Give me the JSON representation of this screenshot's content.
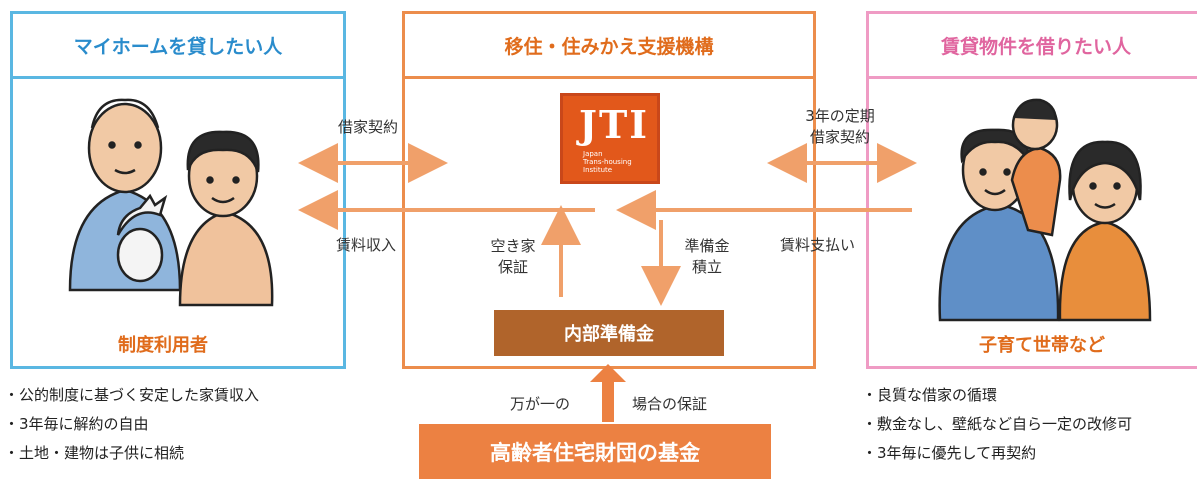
{
  "owner": {
    "title": "マイホームを貸したい人",
    "caption": "制度利用者",
    "bullets": [
      "公的制度に基づく安定した家賃収入",
      "3年毎に解約の自由",
      "土地・建物は子供に相続"
    ]
  },
  "center": {
    "title": "移住・住みかえ支援機構",
    "logo": {
      "mark": "JTI",
      "subtitle": [
        "Japan",
        "Trans-housing",
        "Institute"
      ]
    },
    "reserve": "内部準備金",
    "fund": "高齢者住宅財団の基金",
    "guarantee_left": "万が一の",
    "guarantee_right": "場合の保証"
  },
  "tenant": {
    "title": "賃貸物件を借りたい人",
    "caption": "子育て世帯など",
    "bullets": [
      "良質な借家の循環",
      "敷金なし、壁紙など自ら一定の改修可",
      "3年毎に優先して再契約"
    ]
  },
  "flows": {
    "lease_left": "借家契約",
    "lease_right": [
      "3年の定期",
      "借家契約"
    ],
    "rent_income": "賃料収入",
    "rent_payment": "賃料支払い",
    "vacancy_guarantee": [
      "空き家",
      "保証"
    ],
    "reserve_accumulation": [
      "準備金",
      "積立"
    ]
  },
  "colors": {
    "owner": "#5ab7e2",
    "center": "#ec8d4c",
    "tenant": "#ef9bc4",
    "arrow": "#f0a06a",
    "reserve": "#b0642b",
    "fund": "#ec8142",
    "logo": "#e2581b"
  }
}
